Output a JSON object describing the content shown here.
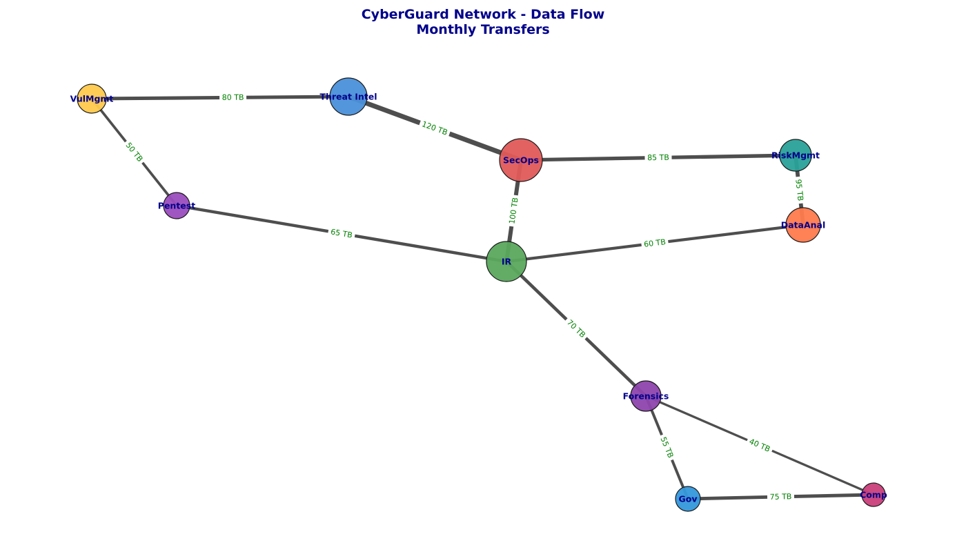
{
  "title": {
    "line1": "CyberGuard Network - Data Flow",
    "line2": "Monthly Transfers"
  },
  "nodes": [
    {
      "id": "VulMgmt",
      "label": "VulMgmt",
      "color": "#ffc94d"
    },
    {
      "id": "ThreatIntel",
      "label": "Threat Intel",
      "color": "#4a90d9"
    },
    {
      "id": "SecOps",
      "label": "SecOps",
      "color": "#e05a5a"
    },
    {
      "id": "RiskMgmt",
      "label": "RiskMgmt",
      "color": "#2aa198"
    },
    {
      "id": "Pentest",
      "label": "Pentest",
      "color": "#9b4dbe"
    },
    {
      "id": "DataAnal",
      "label": "DataAnal",
      "color": "#ff7a4d"
    },
    {
      "id": "IR",
      "label": "IR",
      "color": "#5aa85e"
    },
    {
      "id": "Forensics",
      "label": "Forensics",
      "color": "#8e44ad"
    },
    {
      "id": "Gov",
      "label": "Gov",
      "color": "#3498db"
    },
    {
      "id": "Comp",
      "label": "Comp",
      "color": "#c93f7a"
    }
  ],
  "edges": [
    {
      "source": "VulMgmt",
      "target": "ThreatIntel",
      "value": 80,
      "label": "80 TB"
    },
    {
      "source": "ThreatIntel",
      "target": "SecOps",
      "value": 120,
      "label": "120 TB"
    },
    {
      "source": "SecOps",
      "target": "RiskMgmt",
      "value": 85,
      "label": "85 TB"
    },
    {
      "source": "RiskMgmt",
      "target": "DataAnal",
      "value": 95,
      "label": "95 TB"
    },
    {
      "source": "VulMgmt",
      "target": "Pentest",
      "value": 50,
      "label": "50 TB"
    },
    {
      "source": "Pentest",
      "target": "IR",
      "value": 65,
      "label": "65 TB"
    },
    {
      "source": "SecOps",
      "target": "IR",
      "value": 100,
      "label": "100 TB"
    },
    {
      "source": "IR",
      "target": "DataAnal",
      "value": 60,
      "label": "60 TB"
    },
    {
      "source": "IR",
      "target": "Forensics",
      "value": 70,
      "label": "70 TB"
    },
    {
      "source": "Forensics",
      "target": "Gov",
      "value": 55,
      "label": "55 TB"
    },
    {
      "source": "Forensics",
      "target": "Comp",
      "value": 40,
      "label": "40 TB"
    },
    {
      "source": "Gov",
      "target": "Comp",
      "value": 75,
      "label": "75 TB"
    }
  ],
  "style": {
    "edge_color": "#444444",
    "label_color": "#008000",
    "title_color": "#00008b"
  }
}
